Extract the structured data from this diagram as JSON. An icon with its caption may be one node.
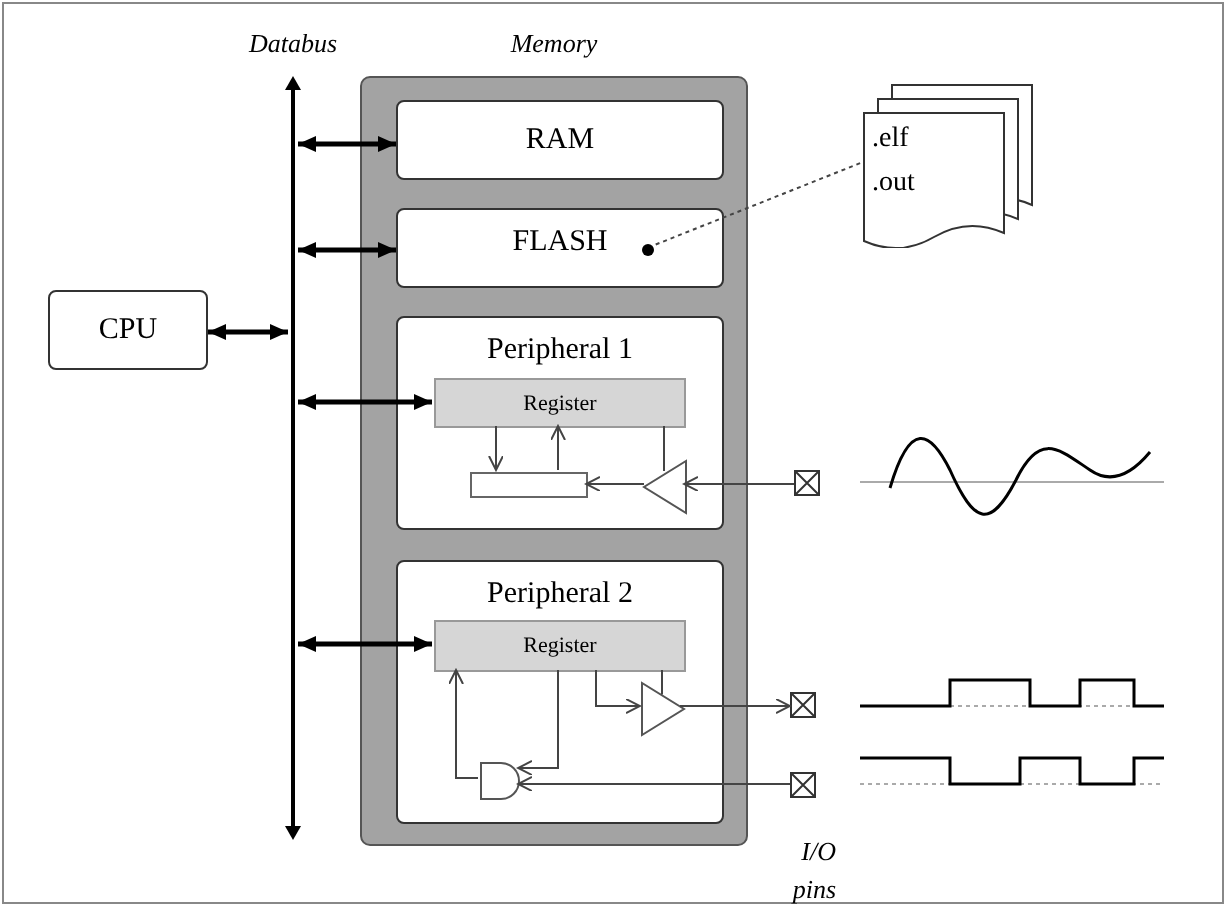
{
  "diagram": {
    "nodes": [
      {
        "text": [
          "CPU"
        ]
      },
      {
        "text": [],
        "shape": "bar",
        "beside": [
          "Databus"
        ]
      },
      {
        "text": [
          "Memory"
        ]
      },
      {
        "text": [
          "RAM"
        ],
        "in": 2
      },
      {
        "text": [
          "FLASH"
        ],
        "in": 2
      },
      {
        "text": [],
        "shape": "circle",
        "in": 4
      },
      {
        "text": [
          ".elf",
          ".out"
        ]
      },
      {
        "text": [
          "Peripheral 1"
        ],
        "in": 2
      },
      {
        "text": [
          "Register"
        ],
        "in": 7
      },
      {
        "text": [],
        "shape": "box",
        "in": 7
      },
      {
        "text": [],
        "shape": "triangle",
        "in": 7
      },
      {
        "text": [],
        "shape": "box"
      },
      {
        "text": [
          "Peripheral 2"
        ],
        "in": 2
      },
      {
        "text": [
          "Register"
        ],
        "in": 12
      },
      {
        "text": [],
        "shape": "triangle",
        "in": 12
      },
      {
        "text": [],
        "shape": "gate",
        "in": 12
      },
      {
        "text": [],
        "shape": "box"
      },
      {
        "text": [],
        "shape": "box"
      }
    ],
    "edges": [
      {
        "from": 0,
        "to": 1,
        "arrow": "both",
        "style": "thick"
      },
      {
        "from": 1,
        "to": 3,
        "arrow": "both",
        "style": "thick"
      },
      {
        "from": 1,
        "to": 4,
        "arrow": "both",
        "style": "thick"
      },
      {
        "from": 1,
        "to": 8,
        "arrow": "both",
        "style": "thick"
      },
      {
        "from": 1,
        "to": 13,
        "arrow": "both",
        "style": "thick"
      },
      {
        "from": 6,
        "to": 5,
        "arrow": "none",
        "style": "dashed"
      },
      {
        "from": 8,
        "to": 9,
        "arrow": "to"
      },
      {
        "from": 9,
        "to": 8,
        "arrow": "to"
      },
      {
        "from": 10,
        "to": 9,
        "arrow": "to"
      },
      {
        "from": 8,
        "to": 10,
        "arrow": "none"
      },
      {
        "from": 11,
        "to": 10,
        "arrow": "to"
      },
      {
        "from": 13,
        "to": 14,
        "arrow": "to"
      },
      {
        "from": 13,
        "to": 14,
        "arrow": "none"
      },
      {
        "from": 14,
        "to": 16,
        "arrow": "to"
      },
      {
        "from": 13,
        "to": 15,
        "arrow": "to"
      },
      {
        "from": 15,
        "to": 13,
        "arrow": "to"
      },
      {
        "from": 17,
        "to": 15,
        "arrow": "to"
      }
    ],
    "labels": [
      "I/O pins"
    ]
  }
}
